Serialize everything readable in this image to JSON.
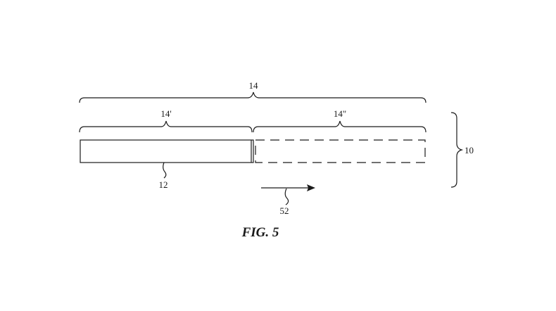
{
  "figure": {
    "caption": "FIG. 5",
    "labels": {
      "overall": "14",
      "first_portion": "14'",
      "second_portion": "14\"",
      "assembly": "10",
      "solid_element": "12",
      "direction_arrow": "52"
    }
  },
  "colors": {
    "ink": "#1a1a1a",
    "background": "#ffffff"
  }
}
